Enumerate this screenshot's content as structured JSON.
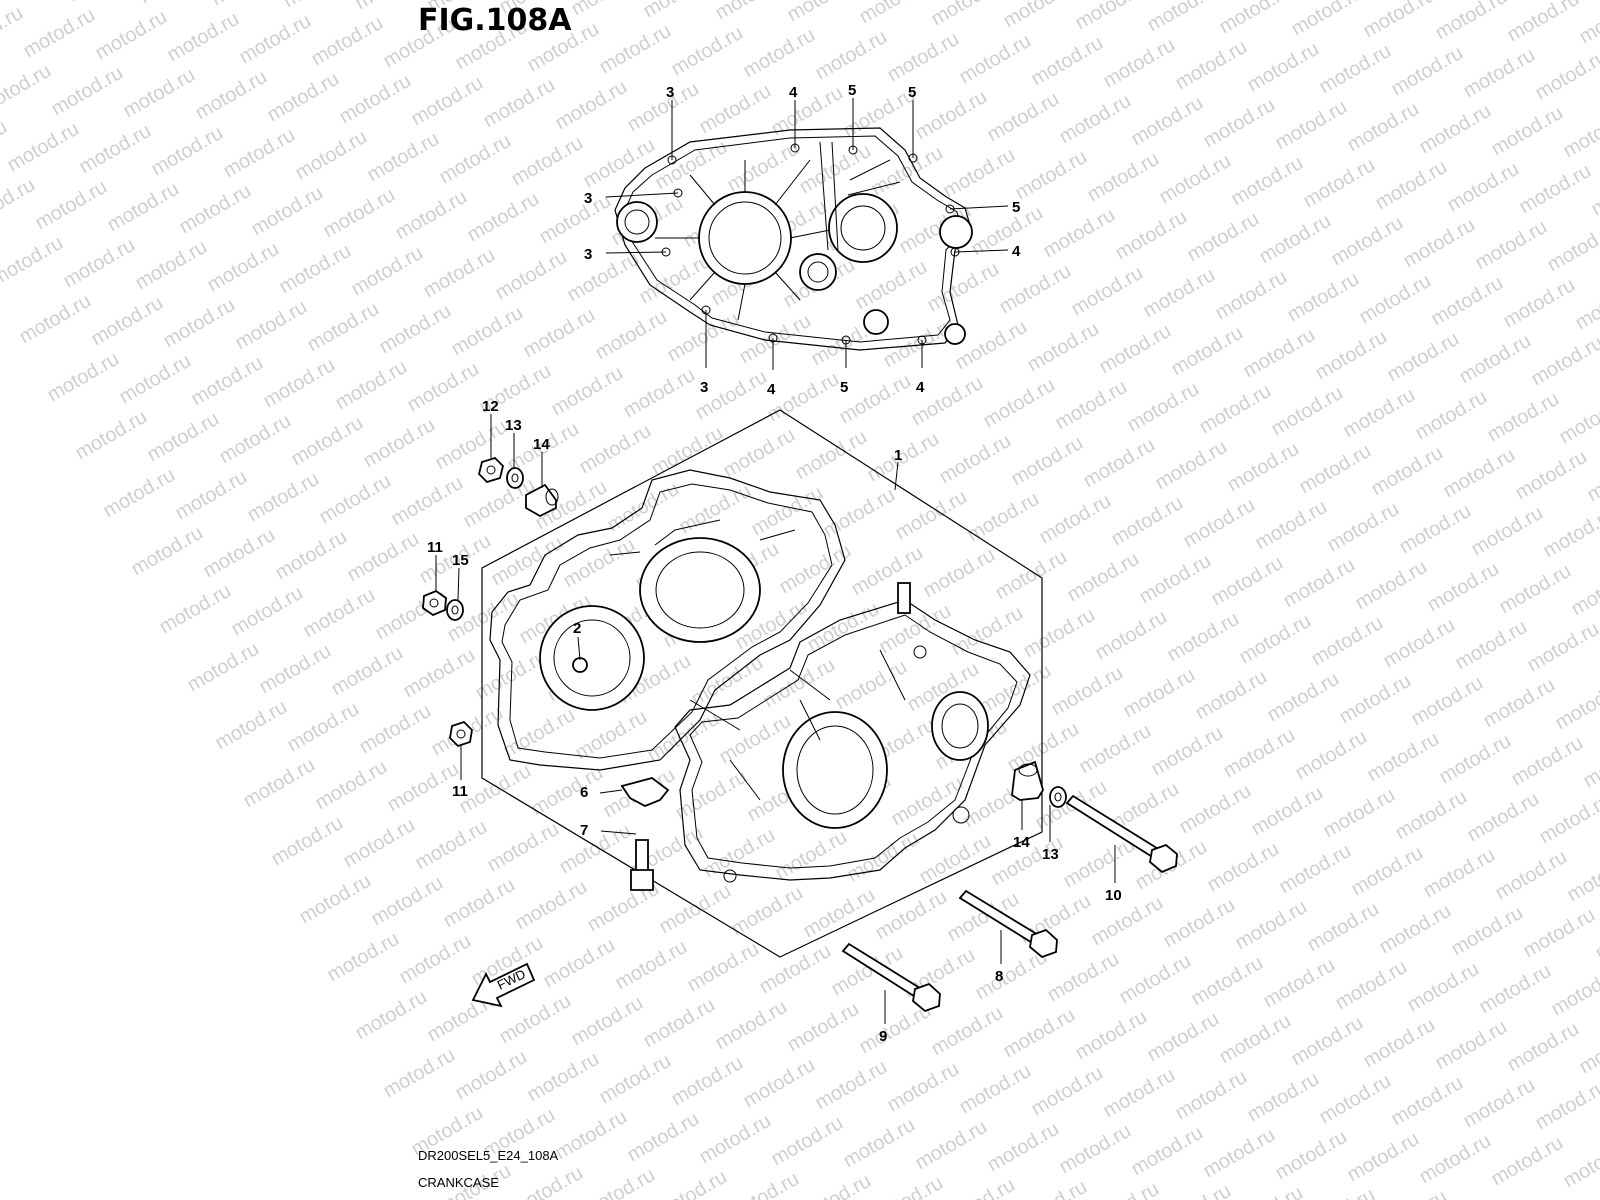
{
  "figure": {
    "title": "FIG.108A",
    "code": "DR200SEL5_E24_108A",
    "name": "CRANKCASE",
    "fwd_label": "FWD",
    "watermark": "motod.ru"
  },
  "callouts": [
    {
      "label": "3"
    },
    {
      "label": "4"
    },
    {
      "label": "5"
    },
    {
      "label": "5"
    },
    {
      "label": "3"
    },
    {
      "label": "5"
    },
    {
      "label": "3"
    },
    {
      "label": "4"
    },
    {
      "label": "3"
    },
    {
      "label": "4"
    },
    {
      "label": "5"
    },
    {
      "label": "4"
    },
    {
      "label": "12"
    },
    {
      "label": "13"
    },
    {
      "label": "14"
    },
    {
      "label": "1"
    },
    {
      "label": "11"
    },
    {
      "label": "15"
    },
    {
      "label": "2"
    },
    {
      "label": "11"
    },
    {
      "label": "6"
    },
    {
      "label": "7"
    },
    {
      "label": "14"
    },
    {
      "label": "13"
    },
    {
      "label": "10"
    },
    {
      "label": "8"
    },
    {
      "label": "9"
    }
  ]
}
